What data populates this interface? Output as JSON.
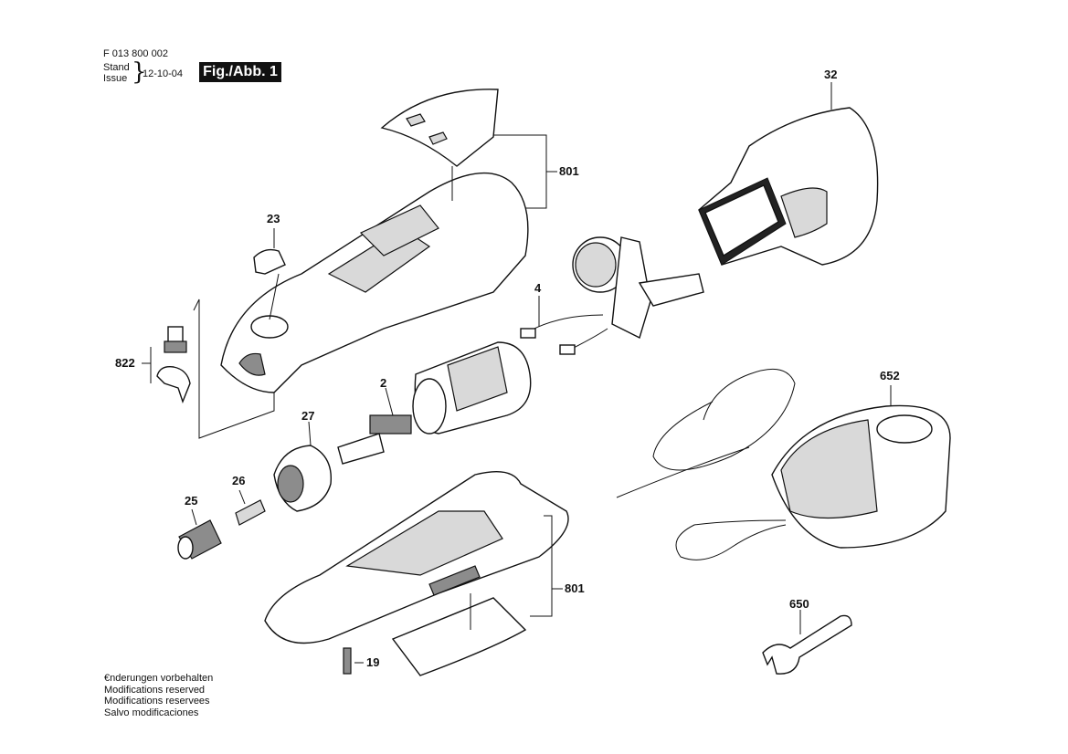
{
  "header": {
    "doc_number": "F 013 800 002",
    "stand": "Stand",
    "issue": "Issue",
    "date": "12-10-04",
    "fig_label": "Fig./Abb. 1"
  },
  "parts": [
    {
      "id": "p801a",
      "label": "801"
    },
    {
      "id": "p32",
      "label": "32"
    },
    {
      "id": "p23",
      "label": "23"
    },
    {
      "id": "p822",
      "label": "822"
    },
    {
      "id": "p4",
      "label": "4"
    },
    {
      "id": "p2",
      "label": "2"
    },
    {
      "id": "p27",
      "label": "27"
    },
    {
      "id": "p26",
      "label": "26"
    },
    {
      "id": "p25",
      "label": "25"
    },
    {
      "id": "p652",
      "label": "652"
    },
    {
      "id": "p801b",
      "label": "801"
    },
    {
      "id": "p650",
      "label": "650"
    },
    {
      "id": "p19",
      "label": "19"
    }
  ],
  "footer": [
    "€nderungen vorbehalten",
    "Modifications reserved",
    "Modifications reservees",
    "Salvo modificaciones"
  ]
}
